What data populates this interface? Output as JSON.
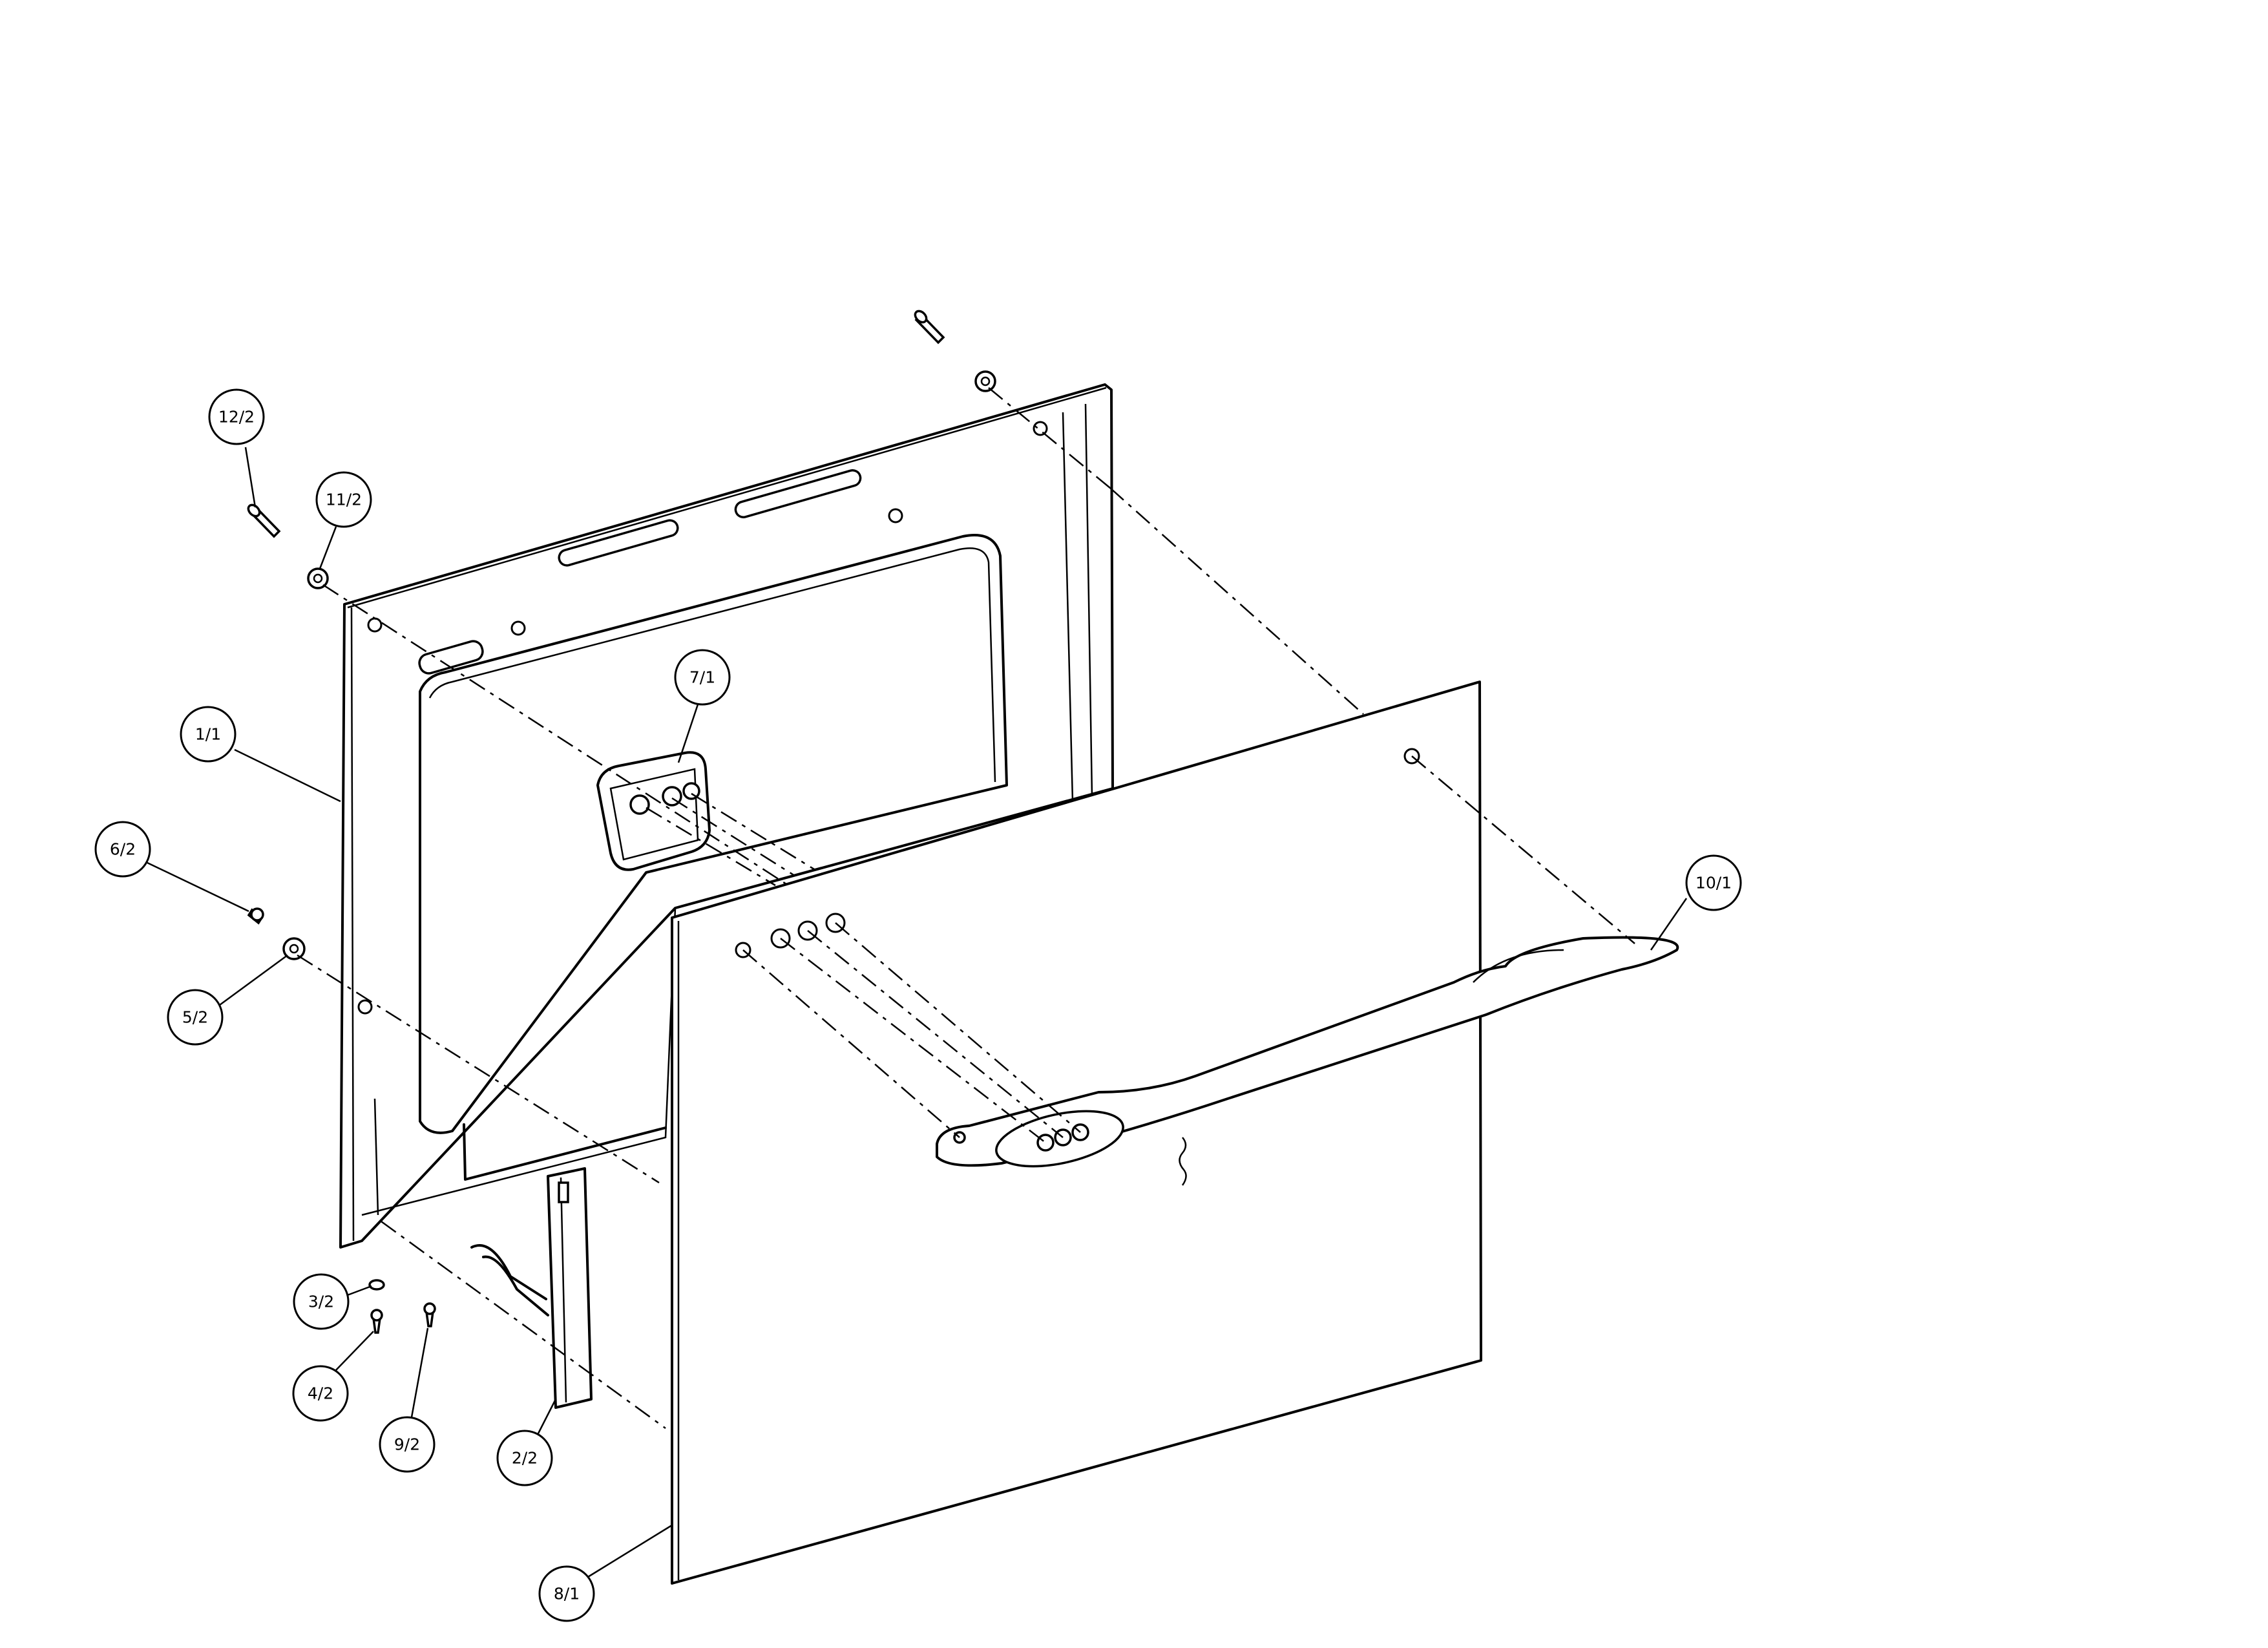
{
  "callouts": {
    "c12_2": "12/2",
    "c11_2": "11/2",
    "c1_1": "1/1",
    "c7_1": "7/1",
    "c6_2": "6/2",
    "c5_2": "5/2",
    "c10_1": "10/1",
    "c3_2": "3/2",
    "c4_2": "4/2",
    "c9_2": "9/2",
    "c2_2": "2/2",
    "c8_1": "8/1"
  },
  "colors": {
    "ink": "#000000",
    "paper": "#ffffff"
  }
}
